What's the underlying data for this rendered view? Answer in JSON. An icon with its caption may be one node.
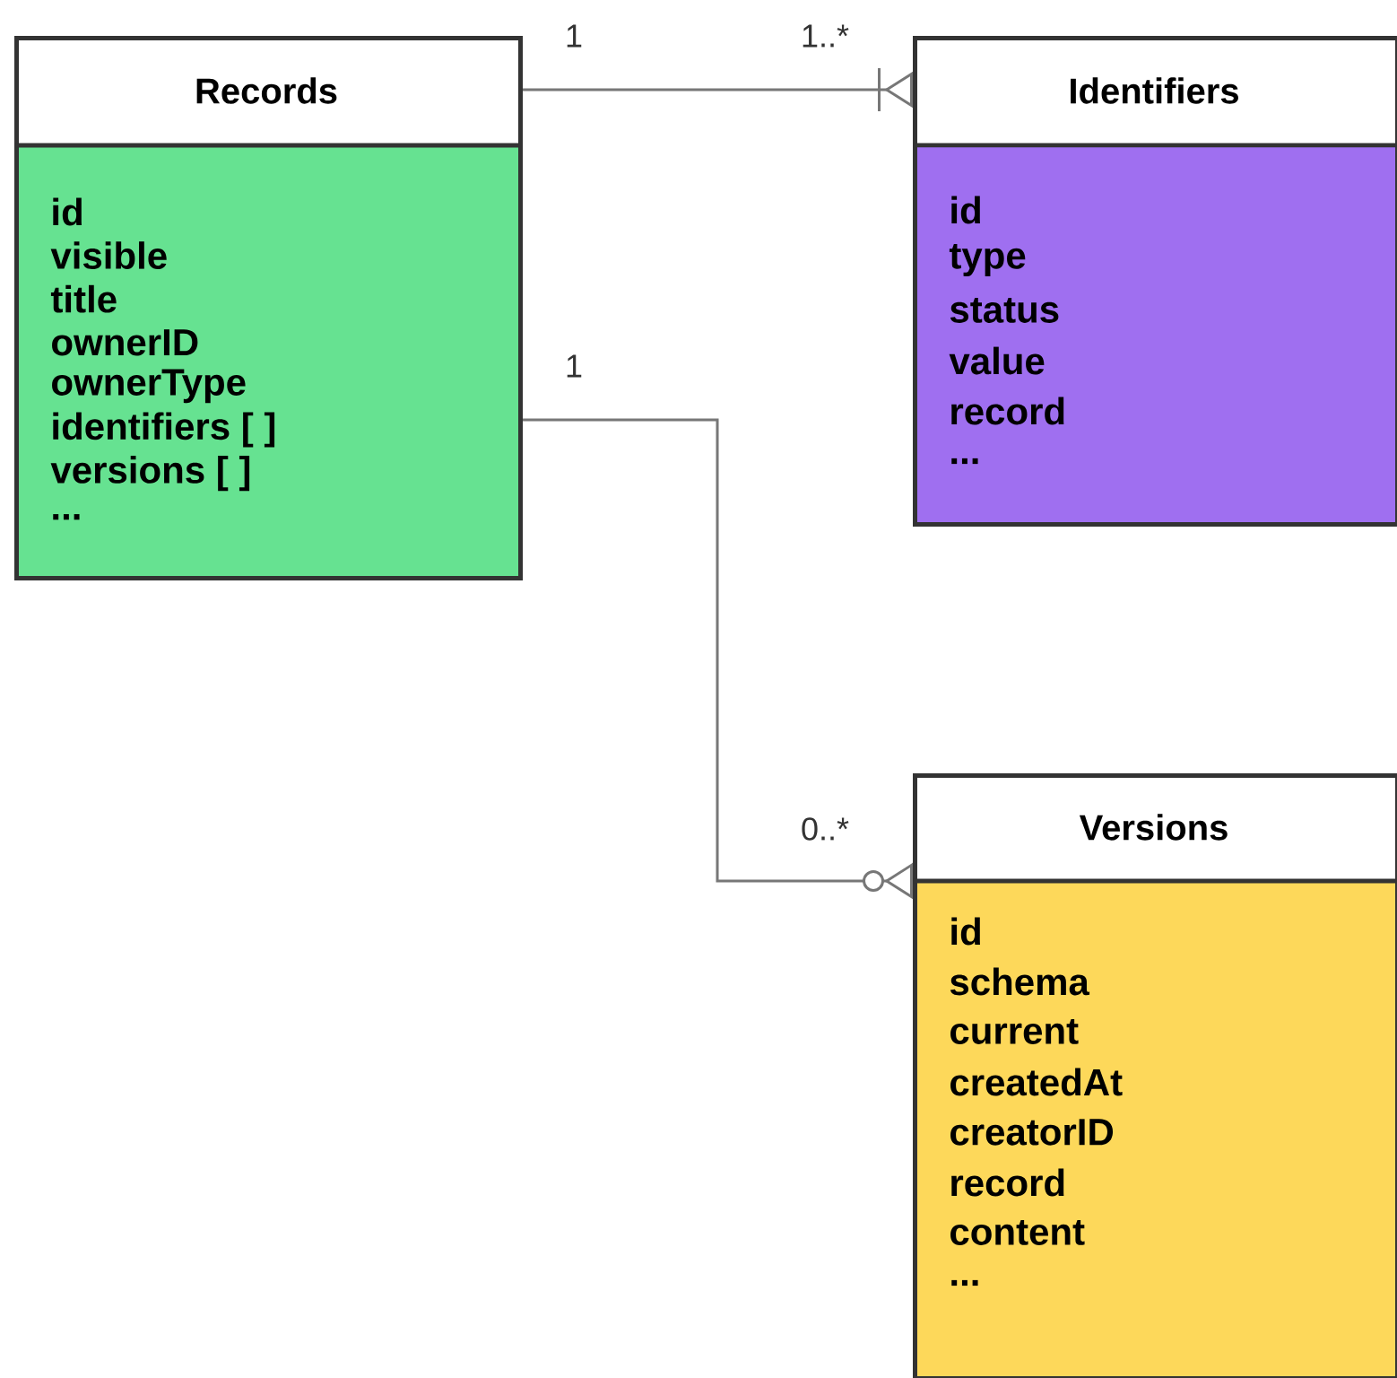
{
  "diagram": {
    "nodes": [
      {
        "text": [
          "Records",
          "id",
          "visible",
          "title",
          "ownerID",
          "ownerType",
          "identifiers [ ]",
          "versions [ ]",
          "..."
        ]
      },
      {
        "text": [
          "Identifiers",
          "id",
          "type",
          "status",
          "value",
          "record",
          "..."
        ]
      },
      {
        "text": [
          "Versions",
          "id",
          "schema",
          "current",
          "createdAt",
          "creatorID",
          "record",
          "content",
          "..."
        ]
      }
    ],
    "edges": [
      {
        "from": 0,
        "to": 1,
        "arrow": "other"
      },
      {
        "from": 0,
        "to": 2,
        "arrow": "other"
      }
    ],
    "labels": [
      "1",
      "1..*",
      "1",
      "0..*"
    ]
  }
}
